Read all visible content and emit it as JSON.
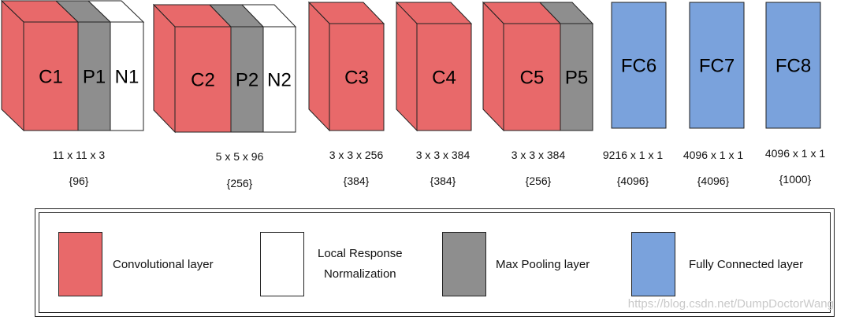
{
  "colors": {
    "conv": "#e8696a",
    "conv_dark": "#b84a4b",
    "pool": "#8e8e8e",
    "pool_dark": "#5e5e5e",
    "norm": "#ffffff",
    "fc": "#7aa2dc",
    "stroke": "#222222"
  },
  "blocks": [
    {
      "id": "c1",
      "label": "C1",
      "type": "conv"
    },
    {
      "id": "p1",
      "label": "P1",
      "type": "pool"
    },
    {
      "id": "n1",
      "label": "N1",
      "type": "norm"
    },
    {
      "id": "c2",
      "label": "C2",
      "type": "conv"
    },
    {
      "id": "p2",
      "label": "P2",
      "type": "pool"
    },
    {
      "id": "n2",
      "label": "N2",
      "type": "norm"
    },
    {
      "id": "c3",
      "label": "C3",
      "type": "conv"
    },
    {
      "id": "c4",
      "label": "C4",
      "type": "conv"
    },
    {
      "id": "c5",
      "label": "C5",
      "type": "conv"
    },
    {
      "id": "p5",
      "label": "P5",
      "type": "pool"
    },
    {
      "id": "fc6",
      "label": "FC6",
      "type": "fc"
    },
    {
      "id": "fc7",
      "label": "FC7",
      "type": "fc"
    },
    {
      "id": "fc8",
      "label": "FC8",
      "type": "fc"
    }
  ],
  "annotations": [
    {
      "kernel": "11 x 11 x 3",
      "filters": "{96}"
    },
    {
      "kernel": "5 x 5 x 96",
      "filters": "{256}"
    },
    {
      "kernel": "3 x 3 x 256",
      "filters": "{384}"
    },
    {
      "kernel": "3 x 3 x 384",
      "filters": "{384}"
    },
    {
      "kernel": "3 x 3 x 384",
      "filters": "{256}"
    },
    {
      "kernel": "9216 x 1 x 1",
      "filters": "{4096}"
    },
    {
      "kernel": "4096 x 1 x 1",
      "filters": "{4096}"
    },
    {
      "kernel": "4096 x 1 x 1",
      "filters": "{1000}"
    }
  ],
  "legend": {
    "conv": "Convolutional layer",
    "norm_line1": "Local Response",
    "norm_line2": "Normalization",
    "pool": "Max Pooling layer",
    "fc": "Fully Connected layer"
  },
  "watermark": "https://blog.csdn.net/DumpDoctorWang"
}
